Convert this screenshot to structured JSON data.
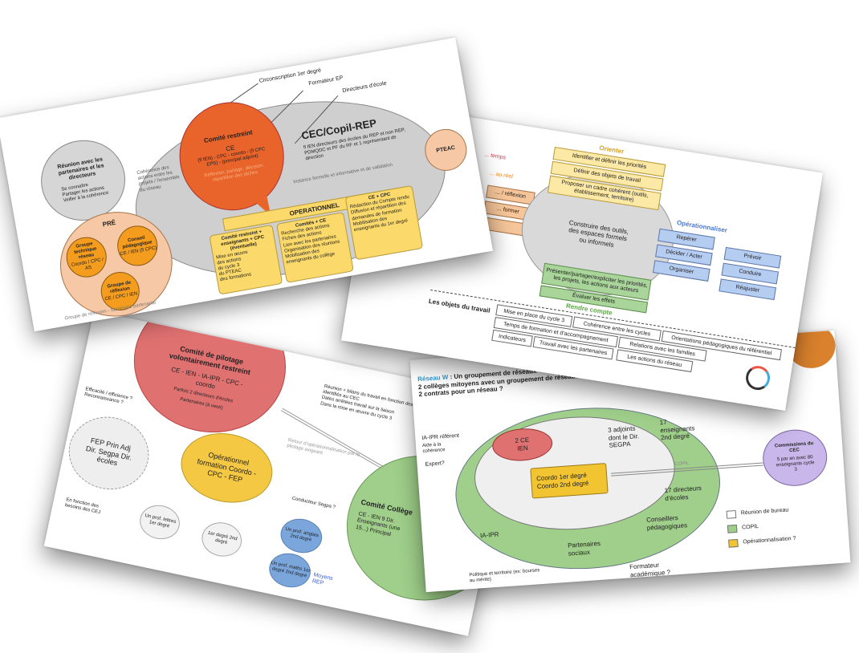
{
  "slide3": {
    "comite_title": "Comité de pilotage volontairement restreint",
    "comite_members": "CE - IEN - IA-IPR - CPC - coordo",
    "comite_parfois": "Parfois 2 directeurs d'écoles",
    "comite_partenaires": "Partenaires (à venir)",
    "efficacite": "Efficacité / efficience ? Reconnaissance ?",
    "fep_circle": "FEP Prin Adj Dir. Segpa Dir. écoles",
    "en_fonction": "En fonction des besoins des CEJ",
    "operationnel": "Opérationnel formation Coordo - CPC - FEP",
    "bullets": [
      "Réunion + bilans du travail en fonction des besoins identifiés au CEC",
      "Dates arrêtées travail sur la liaison",
      "Dans la mise en œuvre du cycle 3"
    ],
    "arrow_label": "Retour d'opérationnalisation par le pilotage exigeant",
    "conducteur": "Conducteur Segpa ?",
    "small1": "Un prof. lettres 1er degré",
    "small2": "1er degré 2nd degré",
    "small3": "Un prof. anglais 2nd degré",
    "small4": "Un prof. maths 1er degré 2nd degré",
    "moyens": "Moyens REP",
    "green_title": "Comité Collège",
    "green_body": "CE - IEN 9 Dir. Enseignants (une 15...) Principal"
  },
  "slide4": {
    "title_prefix": "Réseau W",
    "title_rest": " : Un groupement de réseaux",
    "line2": "2 collèges mitoyens avec un groupement de réseaux",
    "line3": "2 contrats pour un réseau ?",
    "ia_ipr_ref": "IA-IPR référent",
    "aide": "Aide à la cohérence",
    "expert": "Expert?",
    "ce_ien": "2 CE IEN",
    "adjoints": "3 adjoints dont le Dir. SEGPA",
    "enseignants": "17 enseignants 2nd degré",
    "coordo1": "Coordo 1er degré",
    "coordo2": "Coordo 2nd degré",
    "copil_arrow": "COPIL",
    "directeurs": "17 directeurs d'écoles",
    "conseillers": "Conseillers pédagogiques",
    "ia_ipr": "IA-IPR",
    "partenaires": "Partenaires sociaux",
    "politique": "Politique et territoire (ex: bourses au mérite)",
    "formateur": "Formateur académique ?",
    "commissions_title": "Commissions du CEC",
    "commissions_body": "5 par an avec 80 enseignants cycle 3",
    "legend": [
      {
        "label": "Réunion de bureau",
        "color": "#ffffff"
      },
      {
        "label": "COPIL",
        "color": "#9fcf8a"
      },
      {
        "label": "Opérationnalisation ?",
        "color": "#f3c431"
      }
    ]
  },
  "slide2": {
    "orienter": "Orienter",
    "orient_boxes": [
      "Identifier et définir les priorités",
      "Définir des objets de travail",
      "Proposer un cadre cohérent (outils, établissement, territoire)"
    ],
    "left_red": "... temps",
    "left_orange": "... au réel",
    "left_boxes": [
      "... / réflexion",
      "... former",
      ""
    ],
    "center": "Construire des outils, des espaces formels ou informels",
    "operationnaliser": "Opérationnaliser",
    "blue_left": [
      "Repérer",
      "Décider / Acter",
      "Organiser"
    ],
    "blue_right": [
      "Prévoir",
      "Conduire",
      "Réajuster"
    ],
    "green_boxes": [
      "Présenter/partager/expliciter les priorités, les projets, les actions aux acteurs",
      "Évaluer les effets"
    ],
    "rendre_compte": "Rendre compte",
    "objets_title": "Les objets du travail",
    "objets": [
      "Mise en place du cycle 3",
      "Cohérence entre les cycles",
      "Orientations pédagogiques du référentiel",
      "Temps de formation et d'accompagnement",
      "Indicateurs",
      "Travail avec les partenaires",
      "Relations avec les familles",
      "Les actions du réseau"
    ]
  },
  "slide1": {
    "top_labels": [
      "Circonscription 1er degré",
      "Formateur EP",
      "Directeurs d'école"
    ],
    "reunion_title": "Réunion avec les partenaires et les directeurs",
    "reunion_bullets": [
      "Se connaître",
      "Partager les actions",
      "Veiller à la cohérence"
    ],
    "grey_side": "Cohérence des actions entre les projets / l'ensemble du réseau",
    "comite_title": "Comité restreint",
    "comite_ce": "CE",
    "comite_members": "(fl IEN) - CPC - coordo - (fl CPC EPS) - (principal adjoint)",
    "comite_roles": "Réflexion, partage, décision, répartition des tâches",
    "cec_title": "CEC/Copil-REP",
    "cec_desc": "fl IEN directeurs des écoles du REP et non REP, PDMQDC et PF du RF et 1 représentant de direction",
    "cec_instance": "Instance formelle et informative et de validation",
    "pteac": "PTEAC",
    "pre": "PRÉ",
    "pre_circles": [
      {
        "title": "Groupe technique réseau",
        "sub": "Coordo / CPC / AS"
      },
      {
        "title": "Conseil pédagogique",
        "sub": "CE / IEN (fl CPC)"
      },
      {
        "title": "Groupe de réflexion",
        "sub": "CE / CPC / IEN"
      }
    ],
    "operationnel": "OPERATIONNEL",
    "op_boxes": [
      {
        "title": "Comité restreint + enseignants + CPC (éventuelle)",
        "items": [
          "Mise en œuvre",
          "des actions",
          "du cycle 3",
          "du PTEAC",
          "des formations"
        ]
      },
      {
        "title": "Comités + CE",
        "items": [
          "Recherche des actions",
          "Fiches des actions",
          "Lien avec les partenaires",
          "Organisation des réunions",
          "Mobilisation des enseignants du collège"
        ]
      },
      {
        "title": "CE + CPC",
        "items": [
          "Rédaction du Compte rendu",
          "Diffusion et répartition des demandes de formation",
          "Mobilisation des enseignants du 1er degré"
        ]
      }
    ],
    "footer": "Groupe de réflexion - Séminaire partenarial"
  },
  "colors": {
    "orange": "#e8642a",
    "grey": "#cfcfcf",
    "yellow": "#fbd96a",
    "red": "#e07171",
    "green": "#9fcf8a",
    "purple": "#c9b6ea",
    "blue": "#7ba6dc"
  }
}
